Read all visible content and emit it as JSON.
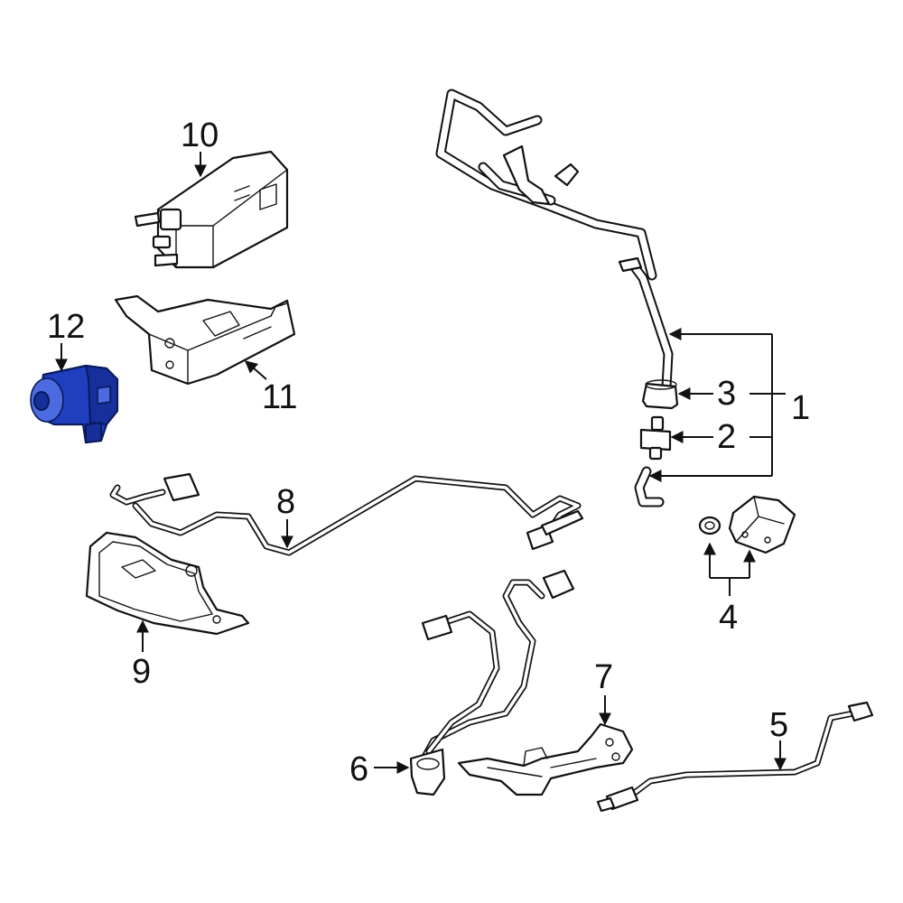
{
  "diagram": {
    "highlight_color": "#1f3fbf",
    "line_color": "#111111",
    "background": "#ffffff"
  },
  "callouts": [
    {
      "id": "1",
      "label": "1"
    },
    {
      "id": "2",
      "label": "2"
    },
    {
      "id": "3",
      "label": "3"
    },
    {
      "id": "4",
      "label": "4"
    },
    {
      "id": "5",
      "label": "5"
    },
    {
      "id": "6",
      "label": "6"
    },
    {
      "id": "7",
      "label": "7"
    },
    {
      "id": "8",
      "label": "8"
    },
    {
      "id": "9",
      "label": "9"
    },
    {
      "id": "10",
      "label": "10"
    },
    {
      "id": "11",
      "label": "11"
    },
    {
      "id": "12",
      "label": "12"
    }
  ],
  "highlighted_callout": "12"
}
